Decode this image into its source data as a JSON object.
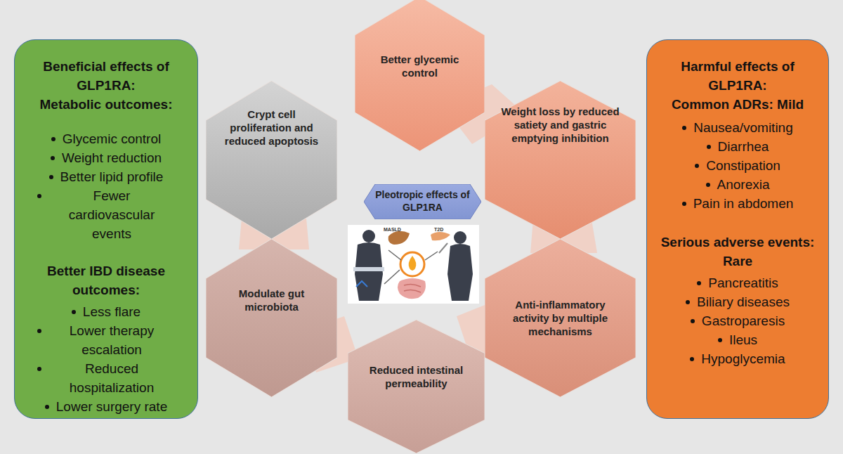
{
  "diagram": {
    "nodes": [
      {
        "text": [
          "Beneficial effects of GLP1RA:",
          "Metabolic outcomes:",
          "Glycemic control",
          "Weight reduction",
          "Better lipid profile",
          "Fewer cardiovascular events",
          "Better IBD disease outcomes:",
          "Less flare",
          "Lower therapy escalation",
          "Reduced hospitalization",
          "Lower surgery rate"
        ]
      },
      {
        "text": [
          "Better glycemic control"
        ]
      },
      {
        "text": [
          "Crypt cell proliferation and reduced apoptosis"
        ]
      },
      {
        "text": [
          "Pleotropic effects of GLP1RA"
        ]
      },
      {
        "text": [
          "Weight loss by reduced satiety and gastric emptying inhibition"
        ]
      },
      {
        "text": [
          "Modulate gut microbiota"
        ]
      },
      {
        "text": [
          "Anti-inflammatory activity by multiple mechanisms"
        ]
      },
      {
        "text": [
          "Reduced intestinal permeability"
        ]
      },
      {
        "text": [
          "Harmful effects of GLP1RA:",
          "Common ADRs: Mild",
          "Nausea/vomiting",
          "Diarrhea",
          "Constipation",
          "Anorexia",
          "Pain in abdomen",
          "Serious adverse events: Rare",
          "Pancreatitis",
          "Biliary diseases",
          "Gastroparesis",
          "Ileus",
          "Hypoglycemia"
        ]
      }
    ],
    "labels": [
      "MASLD",
      "T2D"
    ]
  }
}
